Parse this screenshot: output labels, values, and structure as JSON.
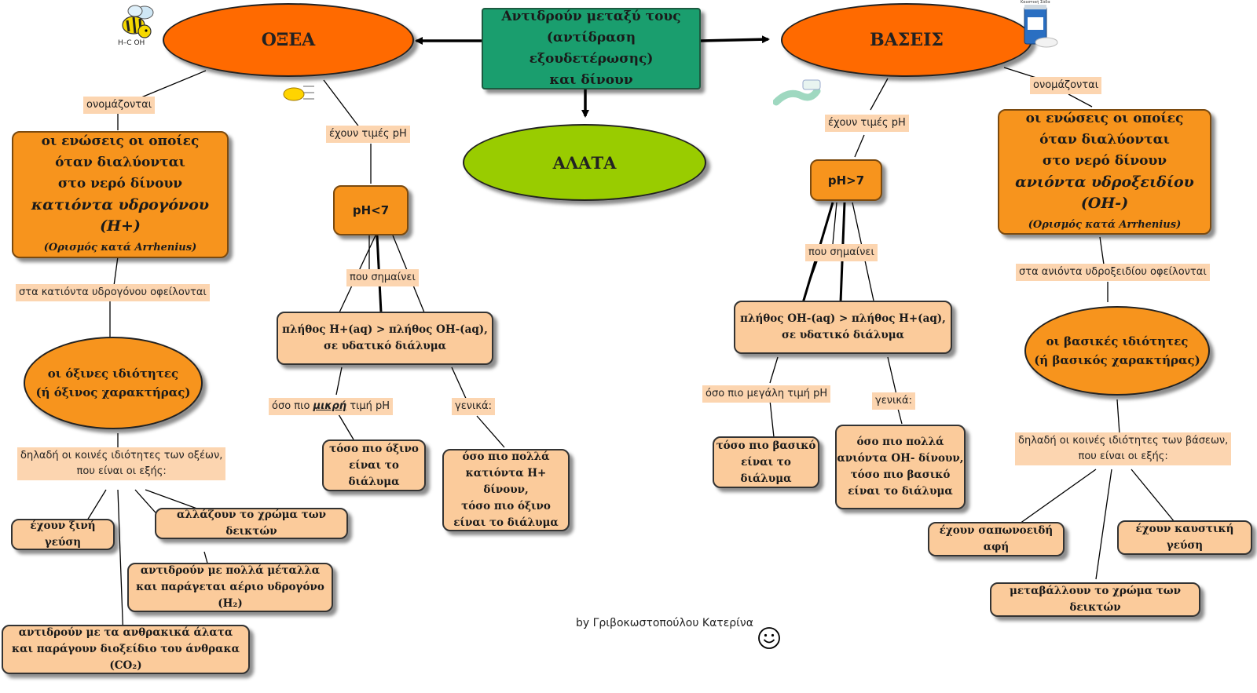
{
  "center": {
    "line1": "Αντιδρούν μεταξύ τους",
    "line2": "(αντίδραση εξουδετέρωσης)",
    "line3": "και δίνουν"
  },
  "acids": {
    "title": "ΟΞΕΑ",
    "label_named": "ονομάζονται",
    "def_l1": "οι ενώσεις οι οποίες",
    "def_l2": "όταν διαλύονται",
    "def_l3": "στο νερό δίνουν",
    "def_l4": "κατιόντα υδρογόνου (Η+)",
    "def_l5": "(Ορισμός κατά Arrhenius)",
    "label_due": "στα κατιόντα υδρογόνου οφείλονται",
    "prop_l1": "οι όξινες ιδιότητες",
    "prop_l2": "(ή όξινος χαρακτήρας)",
    "label_common_l1": "δηλαδή οι κοινές ιδιότητες των οξέων,",
    "label_common_l2": "που είναι οι εξής:",
    "p1": "έχουν ξινή γεύση",
    "p2": "αλλάζουν το χρώμα των δεικτών",
    "p3_l1": "αντιδρούν με πολλά μέταλλα",
    "p3_l2": "και παράγεται αέριο υδρογόνο (Η₂)",
    "p4_l1": "αντιδρούν με τα ανθρακικά άλατα",
    "p4_l2": "και παράγουν διοξείδιο του άνθρακα (CO₂)",
    "label_ph": "έχουν τιμές pH",
    "ph": "pH<7",
    "label_means": "που σημαίνει",
    "means_l1": "πλήθος Η+(aq) > πλήθος ΟΗ-(aq),",
    "means_l2": "σε υδατικό διάλυμα",
    "label_smaller_pre": "όσο πιο",
    "label_smaller_em": "μικρή",
    "label_smaller_post": "τιμή pH",
    "smaller_l1": "τόσο πιο όξινο",
    "smaller_l2": "είναι το διάλυμα",
    "label_general": "γενικά:",
    "general_l1": "όσο πιο πολλά",
    "general_l2": "κατιόντα Η+ δίνουν,",
    "general_l3": "τόσο πιο όξινο",
    "general_l4": "είναι το διάλυμα"
  },
  "salts": {
    "title": "ΑΛΑΤΑ"
  },
  "bases": {
    "title": "ΒΑΣΕΙΣ",
    "label_named": "ονομάζονται",
    "def_l1": "οι ενώσεις οι οποίες",
    "def_l2": "όταν διαλύονται",
    "def_l3": "στο νερό δίνουν",
    "def_l4": "ανιόντα υδροξειδίου (ΟΗ-)",
    "def_l5": "(Ορισμός κατά Arrhenius)",
    "label_due": "στα ανιόντα υδροξειδίου οφείλονται",
    "prop_l1": "οι βασικές ιδιότητες",
    "prop_l2": "(ή βασικός χαρακτήρας)",
    "label_common_l1": "δηλαδή οι κοινές ιδιότητες των βάσεων,",
    "label_common_l2": "που είναι οι εξής:",
    "p1": "έχουν σαπωνοειδή αφή",
    "p2": "έχουν καυστική γεύση",
    "p3": "μεταβάλλουν το χρώμα των δεικτών",
    "label_ph": "έχουν τιμές pH",
    "ph": "pH>7",
    "label_means": "που σημαίνει",
    "means_l1": "πλήθος ΟΗ-(aq) > πλήθος Η+(aq),",
    "means_l2": "σε υδατικό διάλυμα",
    "label_bigger": "όσο πιο μεγάλη τιμή pH",
    "bigger_l1": "τόσο πιο βασικό",
    "bigger_l2": "είναι το διάλυμα",
    "label_general": "γενικά:",
    "general_l1": "όσο πιο πολλά",
    "general_l2": "ανιόντα ΟΗ- δίνουν,",
    "general_l3": "τόσο πιο βασικό",
    "general_l4": "είναι το διάλυμα"
  },
  "credit": "by Γριβοκωστοπούλου Κατερίνα",
  "icons": {
    "bee": "bee-icon",
    "formula": "acetic-acid-formula-icon",
    "lemon": "lemon-formula-icon",
    "toothpaste": "toothpaste-icon",
    "soda_jar": "caustic-soda-jar-icon",
    "smiley": "smiley-icon"
  },
  "icon_text": {
    "formula_h": "H–C",
    "formula_oh": "OH",
    "jar_label": "Καυστική Σόδα"
  },
  "colors": {
    "ellipse_main": "#ff6a00",
    "box": "#f7941d",
    "pale": "#fbcb9b",
    "label_bg": "#fcd5b0",
    "center": "#1a9e6e",
    "salts": "#99cc00"
  }
}
